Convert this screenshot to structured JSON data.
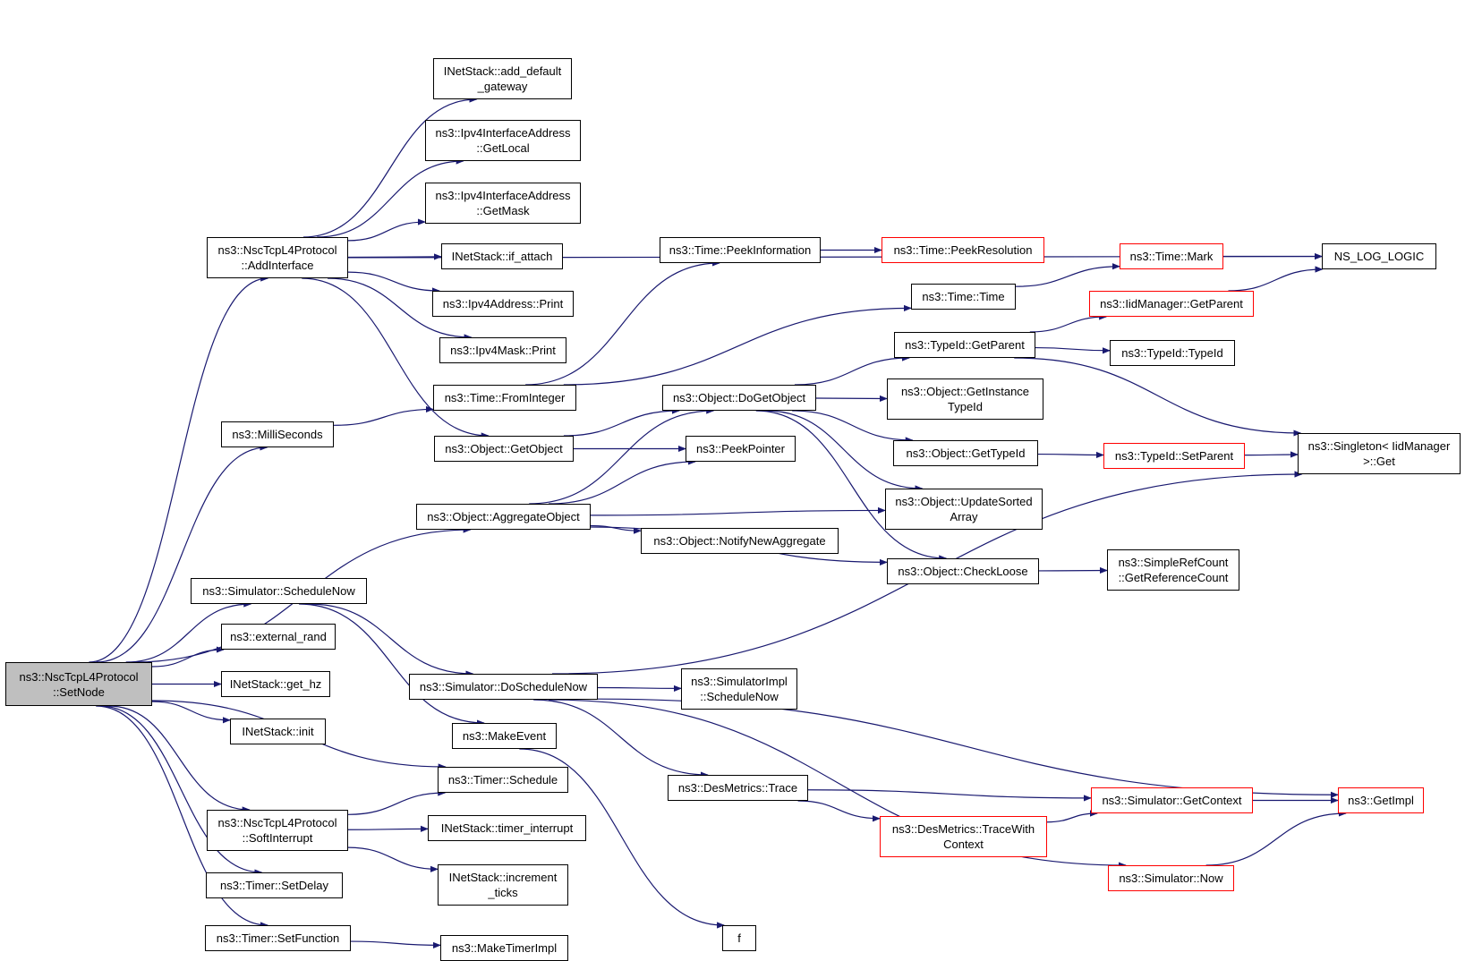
{
  "colors": {
    "edge": "#191970",
    "node_border": "#000000",
    "node_border_incomplete": "#ff0000",
    "root_fill": "#bfbfbf"
  },
  "nodes": {
    "setnode": [
      "ns3::NscTcpL4Protocol",
      "::SetNode"
    ],
    "addinterface": [
      "ns3::NscTcpL4Protocol",
      "::AddInterface"
    ],
    "millis": [
      "ns3::MilliSeconds"
    ],
    "aggregate": [
      "ns3::Object::AggregateObject"
    ],
    "schednow": [
      "ns3::Simulator::ScheduleNow"
    ],
    "extrand": [
      "ns3::external_rand"
    ],
    "gethz": [
      "INetStack::get_hz"
    ],
    "init": [
      "INetStack::init"
    ],
    "tschedule": [
      "ns3::Timer::Schedule"
    ],
    "softint": [
      "ns3::NscTcpL4Protocol",
      "::SoftInterrupt"
    ],
    "setdelay": [
      "ns3::Timer::SetDelay"
    ],
    "setfunc": [
      "ns3::Timer::SetFunction"
    ],
    "adddefgw": [
      "INetStack::add_default",
      "_gateway"
    ],
    "getlocal": [
      "ns3::Ipv4InterfaceAddress",
      "::GetLocal"
    ],
    "getmask": [
      "ns3::Ipv4InterfaceAddress",
      "::GetMask"
    ],
    "ifattach": [
      "INetStack::if_attach"
    ],
    "ipv4addrprint": [
      "ns3::Ipv4Address::Print"
    ],
    "ipv4maskprint": [
      "ns3::Ipv4Mask::Print"
    ],
    "frominteger": [
      "ns3::Time::FromInteger"
    ],
    "getobject": [
      "ns3::Object::GetObject"
    ],
    "dosched": [
      "ns3::Simulator::DoScheduleNow"
    ],
    "makeevent": [
      "ns3::MakeEvent"
    ],
    "timerint": [
      "INetStack::timer_interrupt"
    ],
    "incticks": [
      "INetStack::increment",
      "_ticks"
    ],
    "maketimer": [
      "ns3::MakeTimerImpl"
    ],
    "peekinfo": [
      "ns3::Time::PeekInformation"
    ],
    "dogetobject": [
      "ns3::Object::DoGetObject"
    ],
    "peekptr": [
      "ns3::PeekPointer"
    ],
    "notifyagg": [
      "ns3::Object::NotifyNewAggregate"
    ],
    "implsched": [
      "ns3::SimulatorImpl",
      "::ScheduleNow"
    ],
    "destrace": [
      "ns3::DesMetrics::Trace"
    ],
    "f": [
      "f"
    ],
    "peekres": [
      "ns3::Time::PeekResolution"
    ],
    "timector": [
      "ns3::Time::Time"
    ],
    "typeidgetparent": [
      "ns3::TypeId::GetParent"
    ],
    "getinsttypeid": [
      "ns3::Object::GetInstance",
      "TypeId"
    ],
    "gettypeid": [
      "ns3::Object::GetTypeId"
    ],
    "updsorted": [
      "ns3::Object::UpdateSorted",
      "Array"
    ],
    "checkloose": [
      "ns3::Object::CheckLoose"
    ],
    "tracewith": [
      "ns3::DesMetrics::TraceWith",
      "Context"
    ],
    "simnow": [
      "ns3::Simulator::Now"
    ],
    "timemark": [
      "ns3::Time::Mark"
    ],
    "iidgetparent": [
      "ns3::IidManager::GetParent"
    ],
    "typeidctor": [
      "ns3::TypeId::TypeId"
    ],
    "setparent": [
      "ns3::TypeId::SetParent"
    ],
    "refcount": [
      "ns3::SimpleRefCount",
      "::GetReferenceCount"
    ],
    "getcontext": [
      "ns3::Simulator::GetContext"
    ],
    "nslog": [
      "NS_LOG_LOGIC"
    ],
    "singleton": [
      "ns3::Singleton< IidManager",
      ">::Get"
    ],
    "getimpl": [
      "ns3::GetImpl"
    ]
  },
  "incomplete_nodes": [
    "peekres",
    "tracewith",
    "simnow",
    "timemark",
    "iidgetparent",
    "setparent",
    "getcontext",
    "getimpl"
  ],
  "root_node": "setnode",
  "edges": [
    [
      "setnode",
      "addinterface"
    ],
    [
      "setnode",
      "millis"
    ],
    [
      "setnode",
      "aggregate"
    ],
    [
      "setnode",
      "schednow"
    ],
    [
      "setnode",
      "extrand"
    ],
    [
      "setnode",
      "gethz"
    ],
    [
      "setnode",
      "init"
    ],
    [
      "setnode",
      "tschedule"
    ],
    [
      "setnode",
      "softint"
    ],
    [
      "setnode",
      "setdelay"
    ],
    [
      "setnode",
      "setfunc"
    ],
    [
      "addinterface",
      "nslog"
    ],
    [
      "addinterface",
      "adddefgw"
    ],
    [
      "addinterface",
      "getlocal"
    ],
    [
      "addinterface",
      "getmask"
    ],
    [
      "addinterface",
      "ifattach"
    ],
    [
      "addinterface",
      "ipv4addrprint"
    ],
    [
      "addinterface",
      "ipv4maskprint"
    ],
    [
      "addinterface",
      "getobject"
    ],
    [
      "millis",
      "frominteger"
    ],
    [
      "frominteger",
      "peekinfo"
    ],
    [
      "frominteger",
      "timector"
    ],
    [
      "peekinfo",
      "peekres"
    ],
    [
      "timector",
      "timemark"
    ],
    [
      "timemark",
      "nslog"
    ],
    [
      "getobject",
      "dogetobject"
    ],
    [
      "getobject",
      "peekptr"
    ],
    [
      "aggregate",
      "dogetobject"
    ],
    [
      "aggregate",
      "peekptr"
    ],
    [
      "aggregate",
      "updsorted"
    ],
    [
      "aggregate",
      "notifyagg"
    ],
    [
      "aggregate",
      "checkloose"
    ],
    [
      "dogetobject",
      "typeidgetparent"
    ],
    [
      "dogetobject",
      "getinsttypeid"
    ],
    [
      "dogetobject",
      "gettypeid"
    ],
    [
      "dogetobject",
      "updsorted"
    ],
    [
      "dogetobject",
      "checkloose"
    ],
    [
      "typeidgetparent",
      "iidgetparent"
    ],
    [
      "typeidgetparent",
      "typeidctor"
    ],
    [
      "typeidgetparent",
      "singleton"
    ],
    [
      "iidgetparent",
      "nslog"
    ],
    [
      "gettypeid",
      "setparent"
    ],
    [
      "setparent",
      "singleton"
    ],
    [
      "checkloose",
      "refcount"
    ],
    [
      "schednow",
      "dosched"
    ],
    [
      "schednow",
      "makeevent"
    ],
    [
      "dosched",
      "singleton"
    ],
    [
      "dosched",
      "implsched"
    ],
    [
      "dosched",
      "destrace"
    ],
    [
      "dosched",
      "getimpl"
    ],
    [
      "dosched",
      "simnow"
    ],
    [
      "destrace",
      "getcontext"
    ],
    [
      "destrace",
      "tracewith"
    ],
    [
      "tracewith",
      "getcontext"
    ],
    [
      "getcontext",
      "getimpl"
    ],
    [
      "simnow",
      "getimpl"
    ],
    [
      "makeevent",
      "f"
    ],
    [
      "softint",
      "tschedule"
    ],
    [
      "softint",
      "timerint"
    ],
    [
      "softint",
      "incticks"
    ],
    [
      "setfunc",
      "maketimer"
    ]
  ]
}
